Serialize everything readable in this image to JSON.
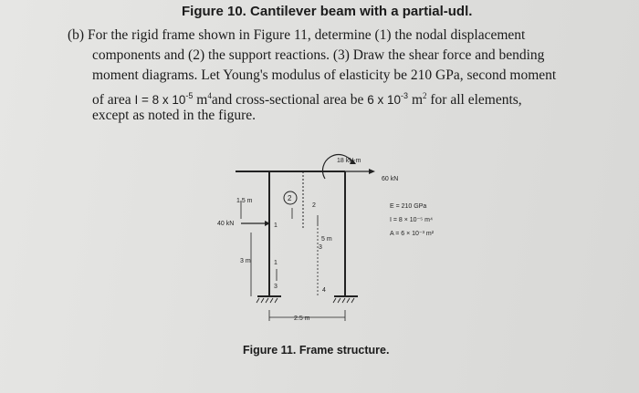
{
  "heading": "Figure 10. Cantilever beam with a partial-udl.",
  "problem": {
    "line1": "(b) For the rigid frame shown in Figure 11, determine (1) the nodal displacement",
    "line2": "components and (2) the support reactions. (3) Draw the shear force and bending",
    "line3a": "moment diagrams. Let Young's modulus of elasticity be 210 GPa, second moment",
    "line4a": "of area ",
    "line4b": "I = 8 x 10",
    "line4c": "-5",
    "line4d": " m",
    "line4e": "4",
    "line4f": "and cross-sectional area be ",
    "line4g": "6 x 10",
    "line4h": "-3",
    "line4i": " m",
    "line4j": "2",
    "line4k": " for all elements,",
    "line5": "except as noted in the figure."
  },
  "figure": {
    "moment_label": "18 kN-m",
    "horizontal_load": "60 kN",
    "left_load": "40 kN",
    "dim_left_span": "1.5 m",
    "dim_left_height": "3 m",
    "dim_right_height": "5 m",
    "dim_bottom": "2.5 m",
    "circled_element": "2",
    "element_label_2": "2",
    "node_1": "1",
    "node_3": "3",
    "element_1": "1",
    "element_3": "3",
    "node_4": "4",
    "props": {
      "E": "E = 210 GPa",
      "I": "I = 8 × 10⁻⁵ m⁴",
      "A": "A = 6 × 10⁻³ m²"
    }
  },
  "caption": "Figure 11. Frame structure."
}
